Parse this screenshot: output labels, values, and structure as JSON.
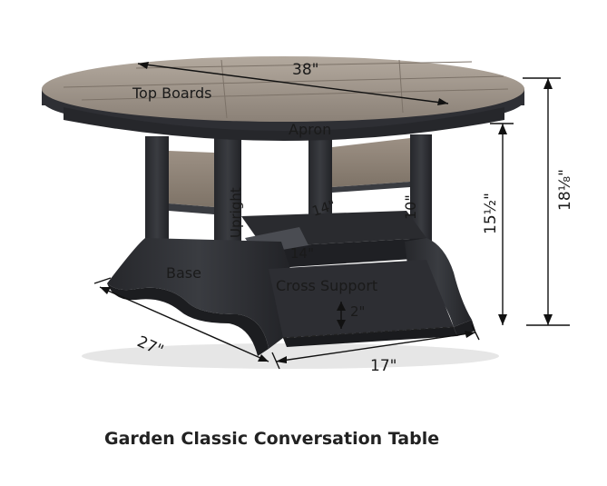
{
  "caption": "Garden Classic Conversation Table",
  "labels": {
    "top_boards": "Top Boards",
    "apron": "Apron",
    "upright": "Upright",
    "base": "Base",
    "cross_support": "Cross Support"
  },
  "dimensions": {
    "top_diameter": "38\"",
    "height_total": "18⅛\"",
    "height_apron": "15½\"",
    "upright": "10\"",
    "cross_14_a": "14\"",
    "cross_14_b": "14\"",
    "clearance": "2\"",
    "base_depth": "27\"",
    "base_width": "17\""
  },
  "colors": {
    "tabletop": "#9a8f84",
    "frame": "#2f3136",
    "frame_dark": "#1e1f23",
    "accent_board": "#8a7e71"
  }
}
